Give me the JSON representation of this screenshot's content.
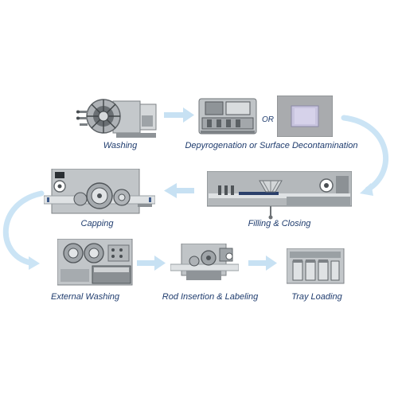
{
  "steps": [
    {
      "id": "washing",
      "label": "Washing"
    },
    {
      "id": "depyrogenation",
      "label": "Depyrogenation or Surface Decontamination"
    },
    {
      "id": "filling",
      "label": "Filling & Closing"
    },
    {
      "id": "capping",
      "label": "Capping"
    },
    {
      "id": "external-washing",
      "label": "External Washing"
    },
    {
      "id": "rod-insertion",
      "label": "Rod Insertion & Labeling"
    },
    {
      "id": "tray-loading",
      "label": "Tray Loading"
    }
  ],
  "or_text": "OR",
  "colors": {
    "arrow": "#c9e3f4",
    "label": "#1f3c6e",
    "machine_body": "#b8bcc0",
    "machine_dark": "#6d7276",
    "machine_light": "#dfe2e4",
    "panel": "#a7a9ab",
    "panel_window": "#c7c3dc"
  },
  "icons": [
    "flow-arrow-icon",
    "curved-flow-arrow-icon"
  ]
}
